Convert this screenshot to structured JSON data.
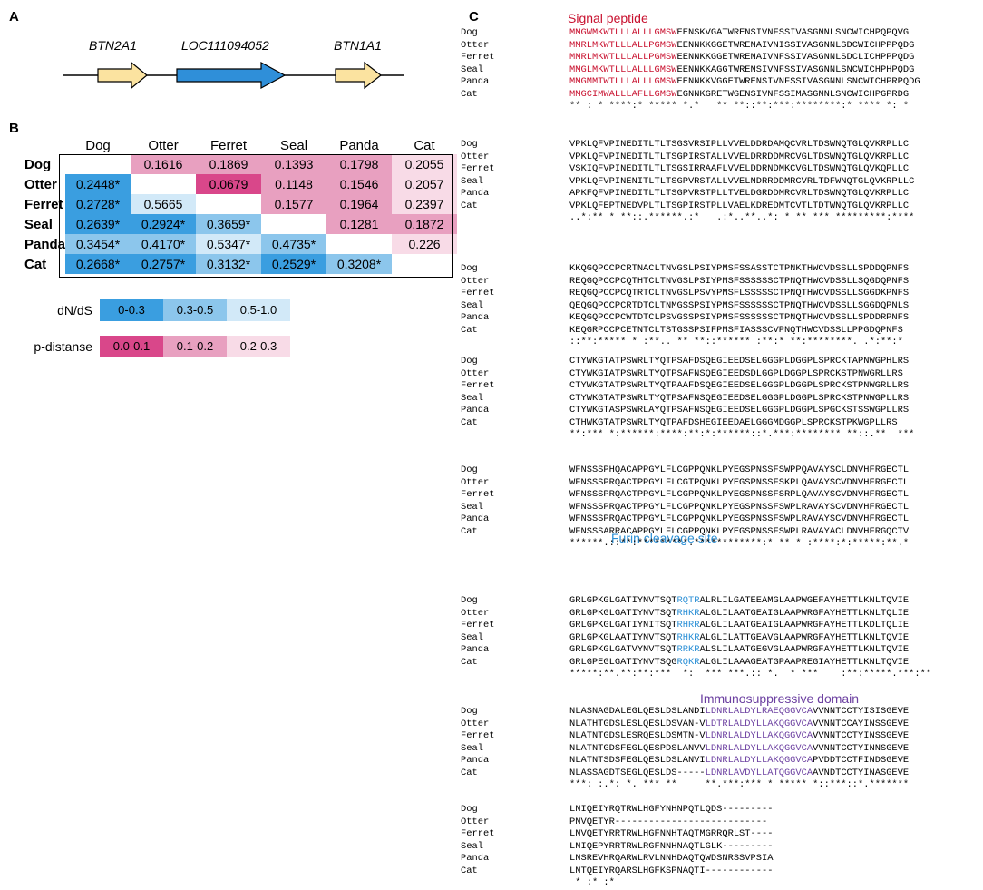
{
  "panels": {
    "a": "A",
    "b": "B",
    "c": "C"
  },
  "panel_a": {
    "genes": [
      {
        "name": "BTN2A1",
        "color": "#fbe3a0"
      },
      {
        "name": "LOC111094052",
        "color": "#2f8fd9"
      },
      {
        "name": "BTN1A1",
        "color": "#fbe3a0"
      }
    ]
  },
  "panel_b": {
    "species": [
      "Dog",
      "Otter",
      "Ferret",
      "Seal",
      "Panda",
      "Cat"
    ],
    "matrix": [
      [
        "",
        "0.1616",
        "0.1869",
        "0.1393",
        "0.1798",
        "0.2055"
      ],
      [
        "0.2448*",
        "",
        "0.0679",
        "0.1148",
        "0.1546",
        "0.2057"
      ],
      [
        "0.2728*",
        "0.5665",
        "",
        "0.1577",
        "0.1964",
        "0.2397"
      ],
      [
        "0.2639*",
        "0.2924*",
        "0.3659*",
        "",
        "0.1281",
        "0.1872"
      ],
      [
        "0.3454*",
        "0.4170*",
        "0.5347*",
        "0.4735*",
        "",
        "0.226"
      ],
      [
        "0.2668*",
        "0.2757*",
        "0.3132*",
        "0.2529*",
        "0.3208*",
        ""
      ]
    ],
    "legend": {
      "dnds_title": "dN/dS",
      "dnds_bins": [
        {
          "label": "0-0.3",
          "color": "#3a9ee0"
        },
        {
          "label": "0.3-0.5",
          "color": "#8cc6ec"
        },
        {
          "label": "0.5-1.0",
          "color": "#d2e9f8"
        }
      ],
      "p_title": "p-distanse",
      "p_bins": [
        {
          "label": "0.0-0.1",
          "color": "#d9478a"
        },
        {
          "label": "0.1-0.2",
          "color": "#e8a0c0"
        },
        {
          "label": "0.2-0.3",
          "color": "#f8dbe7"
        }
      ]
    }
  },
  "panel_c": {
    "annotations": {
      "signal": "Signal peptide",
      "furin": "Furin cleavage site",
      "immuno": "Immunosuppressive domain"
    },
    "blocks": [
      {
        "rows": [
          {
            "name": "Dog",
            "pre": "",
            "hl": "MMGWMKWTLLLALLLGMSW",
            "post": "EENSKVGATWRENSIVNFSSIVASGNNLSNCWICHPQPQVG"
          },
          {
            "name": "Otter",
            "pre": "",
            "hl": "MMRLMKWTLLLALLPGMSW",
            "post": "EENNKKGGETWRENAIVNISSIVASGNNLSDCWICHPPPQDG"
          },
          {
            "name": "Ferret",
            "pre": "",
            "hl": "MMRLMKWTLLLALLPGMSW",
            "post": "EENNKKGGETWRENAIVNFSSIVASGNNLSDCLICHPPPQDG"
          },
          {
            "name": "Seal",
            "pre": "",
            "hl": "MMGLMKWTLLLALLLGMSW",
            "post": "EENNKKAGGTWRENSIVNFSSIVASGNNLSNCWICHPHPQDG"
          },
          {
            "name": "Panda",
            "pre": "",
            "hl": "MMGMMTWTLLLALLLGMSW",
            "post": "EENNKKVGGETWRENSIVNFSSIVASGNNLSNCWICHPRPQDG"
          },
          {
            "name": "Cat",
            "pre": "",
            "hl": "MMGCIMWALLLAFLLGMSW",
            "post": "EGNNKGRETWGENSIVNFSSIMASGNNLSNCWICHPGPRDG"
          }
        ],
        "cons": "** : * ****:* ***** *.*   ** **::**:***:********:* **** *: *"
      },
      {
        "rows": [
          {
            "name": "Dog",
            "pre": "VPKLQFVPINEDITLTLTSGSVRSIPLLVVELDDRDAMQCVRLTDSWNQTGLQVKRPLLC",
            "hl": "",
            "post": ""
          },
          {
            "name": "Otter",
            "pre": "VPKLQFVPINEDITLTLTSGPIRSTALLVVELDRRDDMRCVGLTDSWNQTGLQVKRPLLC",
            "hl": "",
            "post": ""
          },
          {
            "name": "Ferret",
            "pre": "VSKIQFVPINEDITLTLTSGSIRRAAFLVVELDDRNDMKCVGLTDSWNQTGLQVKQPLLC",
            "hl": "",
            "post": ""
          },
          {
            "name": "Seal",
            "pre": "VPKLQFVPINENITLTLTSGPVRSTALLVVELNDRRDDMRCVRLTDFWNQTGLQVKRPLLC",
            "hl": "",
            "post": ""
          },
          {
            "name": "Panda",
            "pre": "APKFQFVPINEDITLTLTSGPVRSTPLLTVELDGRDDMRCVRLTDSWNQTGLQVKRPLLC",
            "hl": "",
            "post": ""
          },
          {
            "name": "Cat",
            "pre": "VPKLQFEPTNEDVPLTLTSGPIRSTPLLVAELKDREDMTCVTLTDTWNQTGLQVKRPLLC",
            "hl": "",
            "post": ""
          }
        ],
        "cons": "..*:** * **::.******.:*   .:*..**..*: * ** *** *********:****"
      },
      {
        "rows": [
          {
            "name": "Dog",
            "pre": "KKQGQPCCPCRTNACLTNVGSLPSIYPMSFSSASSTCTPNKTHWCVDSSLLSPDDQPNFS",
            "hl": "",
            "post": ""
          },
          {
            "name": "Otter",
            "pre": "REQGQPCCPCQTHTCLTNVGSLPSIYPMSFSSSSSSCTPNQTHWCVDSSLLSQGDQPNFS",
            "hl": "",
            "post": ""
          },
          {
            "name": "Ferret",
            "pre": "REQGQPCCPCQTRTCLTNVGSLPSVYPMSFLSSSSSCTPNQTHWCVDSSLLSGGDKPNFS",
            "hl": "",
            "post": ""
          },
          {
            "name": "Seal",
            "pre": "QEQGQPCCPCRTDTCLTNMGSSPSIYPMSFSSSSSSCTPNQTHWCVDSSLLSGGDQPNLS",
            "hl": "",
            "post": ""
          },
          {
            "name": "Panda",
            "pre": "KEQGQPCCPCWTDTCLPSVGSSPSIYPMSFSSSSSSCTPNQTHWCVDSSLLSPDDRPNFS",
            "hl": "",
            "post": ""
          },
          {
            "name": "Cat",
            "pre": "KEQGRPCCPCETNTCLTSTGSSPSIFPMSFIASSSCVPNQTHWCVDSSLLPPGDQPNFS",
            "hl": "",
            "post": ""
          }
        ],
        "cons": "::**:***** * :**.. ** **::****** :**:* **:********. .*:**:*"
      },
      {
        "rows": [
          {
            "name": "Dog",
            "pre": "CTYWKGTATPSWRLTYQTPSAFDSQEGIEEDSELGGGPLDGGPLSPRCKTAPNWGPHLRS",
            "hl": "",
            "post": ""
          },
          {
            "name": "Otter",
            "pre": "CTYWKGIATPSWRLTYQTPSAFNSQEGIEEDSDLGGPLDGGPLSPRCKSTPNWGRLLRS",
            "hl": "",
            "post": ""
          },
          {
            "name": "Ferret",
            "pre": "CTYWKGTATPSWRLTYQTPAAFDSQEGIEEDSELGGGPLDGGPLSPRCKSTPNWGRLLRS",
            "hl": "",
            "post": ""
          },
          {
            "name": "Seal",
            "pre": "CTYWKGTATPSWRLTYQTPSAFNSQEGIEEDSELGGGPLDGGPLSPRCKSTPNWGPLLRS",
            "hl": "",
            "post": ""
          },
          {
            "name": "Panda",
            "pre": "CTYWKGTASPSWRLAYQTPSAFNSQEGIEEDSELGGGPLDGGPLSPGCKSTSSWGPLLRS",
            "hl": "",
            "post": ""
          },
          {
            "name": "Cat",
            "pre": "CTHWKGTATPSWRLTYQTPAFDSHEGIEEDAELGGGMDGGPLSPRCKSTPKWGPLLRS",
            "hl": "",
            "post": ""
          }
        ],
        "cons": "**:*** *:******:****:**:*:******::*.***:******** **::.**  ***"
      },
      {
        "rows": [
          {
            "name": "Dog",
            "pre": "WFNSSSPHQACAPPGYLFLCGPPQNKLPYEGSPNSSFSWPPQAVAYSCLDNVHFRGECTL",
            "hl": "",
            "post": ""
          },
          {
            "name": "Otter",
            "pre": "WFNSSSPRQACTPPGYLFLCGTPQNKLPYEGSPNSSFSKPLQAVAYSCVDNVHFRGECTL",
            "hl": "",
            "post": ""
          },
          {
            "name": "Ferret",
            "pre": "WFNSSSPRQACTPPGYLFLCGPPQNKLPYEGSPNSSFSRPLQAVAYSCVDNVHFRGECTL",
            "hl": "",
            "post": ""
          },
          {
            "name": "Seal",
            "pre": "WFNSSSPRQACTPPGYLFLCGPPQNKLPYEGSPNSSFSWPLRAVAYSCVDNVHFRGECTL",
            "hl": "",
            "post": ""
          },
          {
            "name": "Panda",
            "pre": "WFNSSSPRQACTPPGYLFLCGPPQNKLPYEGSPNSSFSWPLRAVAYSCVDNVHFRGECTL",
            "hl": "",
            "post": ""
          },
          {
            "name": "Cat",
            "pre": "WFNSSSARRACAPPGYLFLCGPPQNKLPYEGSPNSSFSWPLRAVAYACLDNVHFRGQCTV",
            "hl": "",
            "post": ""
          }
        ],
        "cons": "******.::**:*********.************:* ** * :****:*:*****:**.*"
      },
      {
        "rows": [
          {
            "name": "Dog",
            "pre": "GRLGPKGLGATIYNVTSQT",
            "hl": "RQTR",
            "post": "ALRLILGATEEAMGLAAPWGEFAYHETTLKNLTQVIE"
          },
          {
            "name": "Otter",
            "pre": "GRLGPKGLGATIYNVTSQT",
            "hl": "RHKR",
            "post": "ALGLILAATGEAIGLAAPWRGFAYHETTLKNLTQLIE"
          },
          {
            "name": "Ferret",
            "pre": "GRLGPKGLGATIYNITSQT",
            "hl": "RHRR",
            "post": "ALGLILAATGEAIGLAAPWRGFAYHETTLKDLTQLIE"
          },
          {
            "name": "Seal",
            "pre": "GRLGPKGLAATIYNVTSQT",
            "hl": "RHKR",
            "post": "ALGLILATTGEAVGLAAPWRGFAYHETTLKNLTQVIE"
          },
          {
            "name": "Panda",
            "pre": "GRLGPKGLGATVYNVTSQT",
            "hl": "RRKR",
            "post": "ALSLILAATGEGVGLAAPWRGFAYHETTLKNLTQVIE"
          },
          {
            "name": "Cat",
            "pre": "GRLGPEGLGATIYNVTSQG",
            "hl": "RQKR",
            "post": "ALGLILAAAGEATGPAAPREGIAYHETTLKNLTQVIE"
          }
        ],
        "cons": "*****:**.**:**:***  *:  *** ***.:: *.  * ***    :**:*****.***:**"
      },
      {
        "rows": [
          {
            "name": "Dog",
            "pre": "NLASNAGDALEGLQESLDSLANDI",
            "hl": "LDNRLALDYLRAEQGGVCA",
            "post": "VVNNTCCTYISISGEVE"
          },
          {
            "name": "Otter",
            "pre": "NLATHTGDSLESLQESLDSVAN-V",
            "hl": "LDTRLALDYLLAKQGGVCA",
            "post": "VVNNTCCAYINSSGEVE"
          },
          {
            "name": "Ferret",
            "pre": "NLATNTGDSLESRQESLDSMTN-V",
            "hl": "LDNRLALDYLLAKQGGVCA",
            "post": "VVNNTCCTYINSSGEVE"
          },
          {
            "name": "Seal",
            "pre": "NLATNTGDSFEGLQESPDSLANVV",
            "hl": "LDNRLALDYLLAKQGGVCA",
            "post": "VVNNTCCTYINNSGEVE"
          },
          {
            "name": "Panda",
            "pre": "NLATNTSDSFEGLQESLDSLANVI",
            "hl": "LDNRLALDYLLAKQGGVCA",
            "post": "PVDDTCCTFINDSGEVE"
          },
          {
            "name": "Cat",
            "pre": "NLASSAGDTSEGLQESLDS-----",
            "hl": "LDNRLAVDYLLATQGGVCA",
            "post": "AVNDTCCTYINASGEVE"
          }
        ],
        "cons": "***: :.*: *. *** **     **.***:*** * ***** *::***::*.*******"
      },
      {
        "rows": [
          {
            "name": "Dog",
            "pre": "LNIQEIYRQTRWLHGFYNHNPQTLQDS---------",
            "hl": "",
            "post": ""
          },
          {
            "name": "Otter",
            "pre": "PNVQETYR---------------------------",
            "hl": "",
            "post": ""
          },
          {
            "name": "Ferret",
            "pre": "LNVQETYRRTRWLHGFNNHTAQTMGRRQRLST----",
            "hl": "",
            "post": ""
          },
          {
            "name": "Seal",
            "pre": "LNIQEPYRRTRWLRGFNNHNAQTLGLK---------",
            "hl": "",
            "post": ""
          },
          {
            "name": "Panda",
            "pre": "LNSREVHRQARWLRVLNNHDAQTQWDSNRSSVPSIA",
            "hl": "",
            "post": ""
          },
          {
            "name": "Cat",
            "pre": "LNTQEIYRQARSLHGFKSPNAQTI------------",
            "hl": "",
            "post": ""
          }
        ],
        "cons": " * :* :*"
      }
    ]
  }
}
